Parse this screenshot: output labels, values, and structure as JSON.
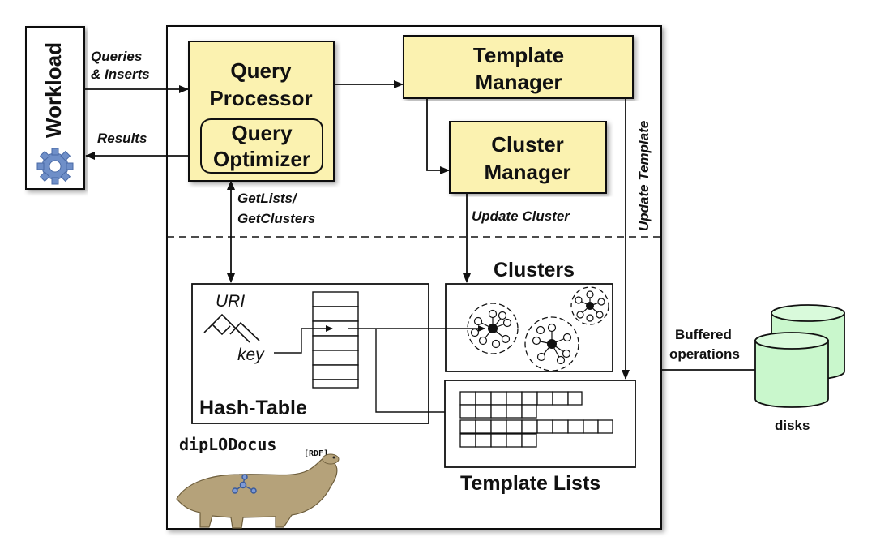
{
  "workload": {
    "label": "Workload",
    "icon": "gear-icon",
    "queries_label_1": "Queries",
    "queries_label_2": "& Inserts",
    "results_label": "Results"
  },
  "query_processor": {
    "title_1": "Query",
    "title_2": "Processor",
    "optimizer_1": "Query",
    "optimizer_2": "Optimizer"
  },
  "template_manager": {
    "title_1": "Template",
    "title_2": "Manager"
  },
  "cluster_manager": {
    "title_1": "Cluster",
    "title_2": "Manager"
  },
  "edges": {
    "getlists_1": "GetLists/",
    "getlists_2": "GetClusters",
    "update_cluster": "Update Cluster",
    "update_template": "Update Template"
  },
  "hash_table": {
    "title": "Hash-Table",
    "uri": "URI",
    "key": "key"
  },
  "clusters": {
    "title": "Clusters"
  },
  "template_lists": {
    "title": "Template Lists"
  },
  "storage": {
    "buffered_1": "Buffered",
    "buffered_2": "operations",
    "disks": "disks"
  },
  "logo": {
    "name": "dipLODocus",
    "suffix": "[RDF]",
    "mascot": "dinosaur-icon"
  },
  "colors": {
    "component_fill": "#fbf2b0",
    "disk_fill": "#c9f7cc",
    "gear": "#6f8fc8",
    "dinosaur": "#b5a27a"
  }
}
